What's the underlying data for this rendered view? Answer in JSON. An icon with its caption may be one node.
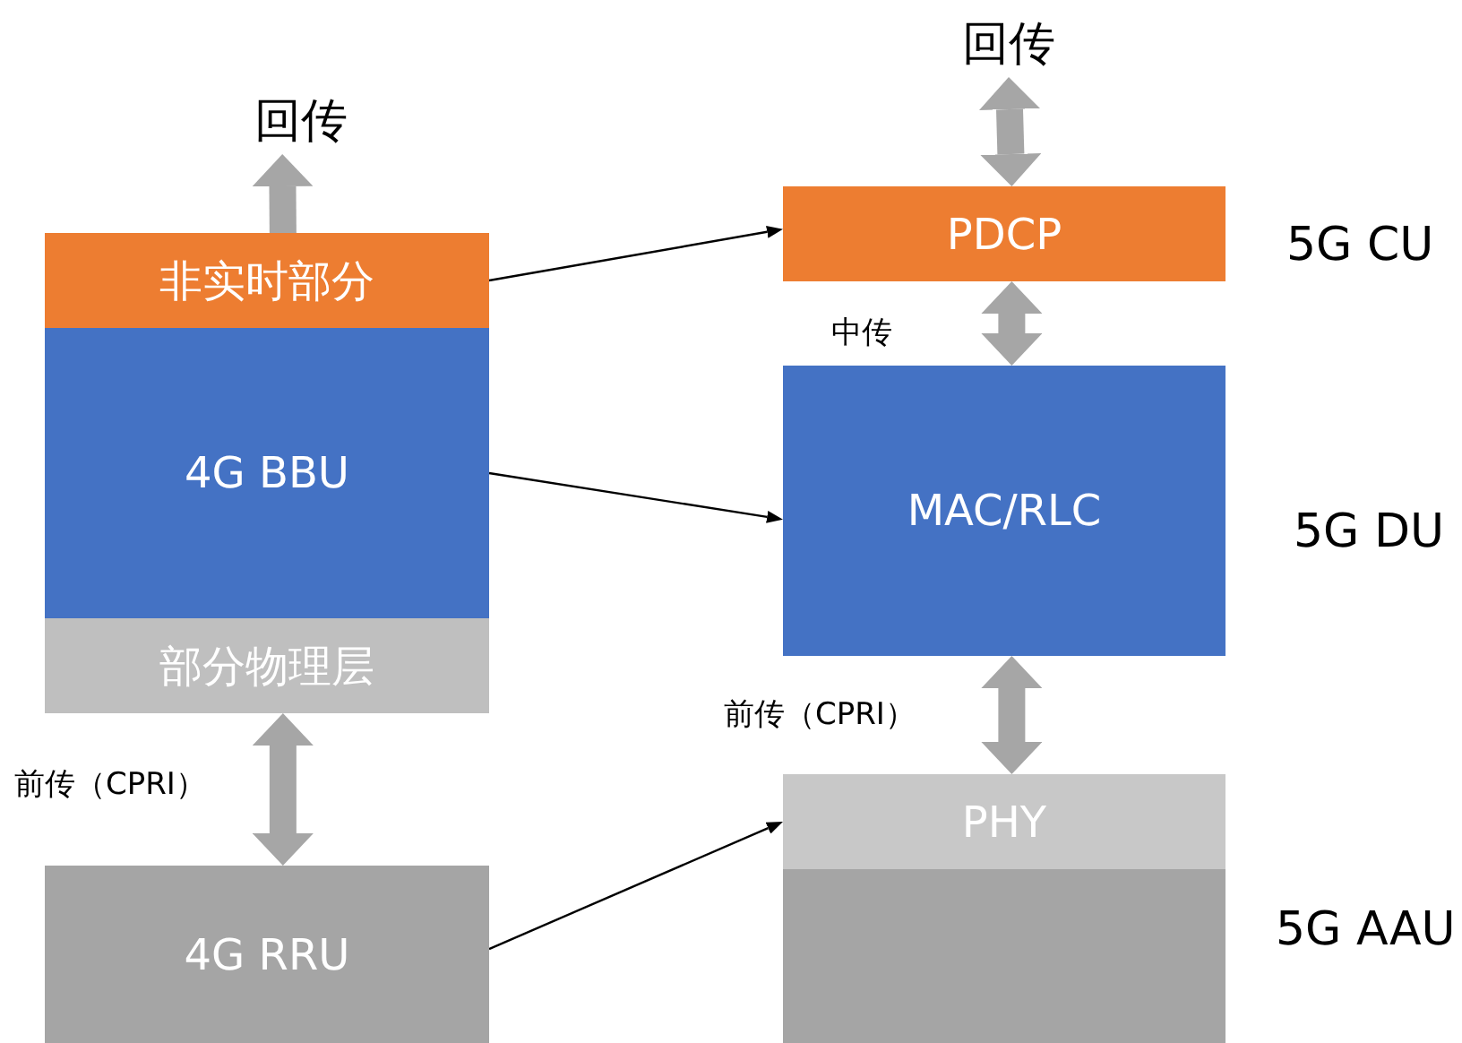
{
  "diagram": {
    "nodes": [
      {
        "text": [
          "回传"
        ]
      },
      {
        "text": [
          "非实时部分"
        ]
      },
      {
        "text": [
          "4G BBU"
        ]
      },
      {
        "text": [
          "部分物理层"
        ]
      },
      {
        "text": [
          "4G RRU"
        ]
      },
      {
        "text": [
          "回传"
        ]
      },
      {
        "text": [
          "PDCP"
        ]
      },
      {
        "text": [
          "MAC/RLC"
        ]
      },
      {
        "text": [
          "PHY"
        ]
      },
      {
        "text": [],
        "shape": "box"
      }
    ],
    "edges": [
      {
        "from": 1,
        "to": 0,
        "arrow": "to"
      },
      {
        "from": 1,
        "to": 6,
        "arrow": "to",
        "color": "#000000"
      },
      {
        "from": 2,
        "to": 7,
        "arrow": "to",
        "color": "#000000"
      },
      {
        "from": 3,
        "to": 4,
        "arrow": "both",
        "label": "前传（CPRI）"
      },
      {
        "from": 4,
        "to": 8,
        "arrow": "to",
        "color": "#000000"
      },
      {
        "from": 5,
        "to": 6,
        "arrow": "both"
      },
      {
        "from": 6,
        "to": 7,
        "arrow": "both",
        "label": "中传"
      },
      {
        "from": 7,
        "to": 8,
        "arrow": "both",
        "label": "前传（CPRI）"
      }
    ],
    "labels": [
      "5G CU",
      "5G DU",
      "5G AAU"
    ]
  }
}
